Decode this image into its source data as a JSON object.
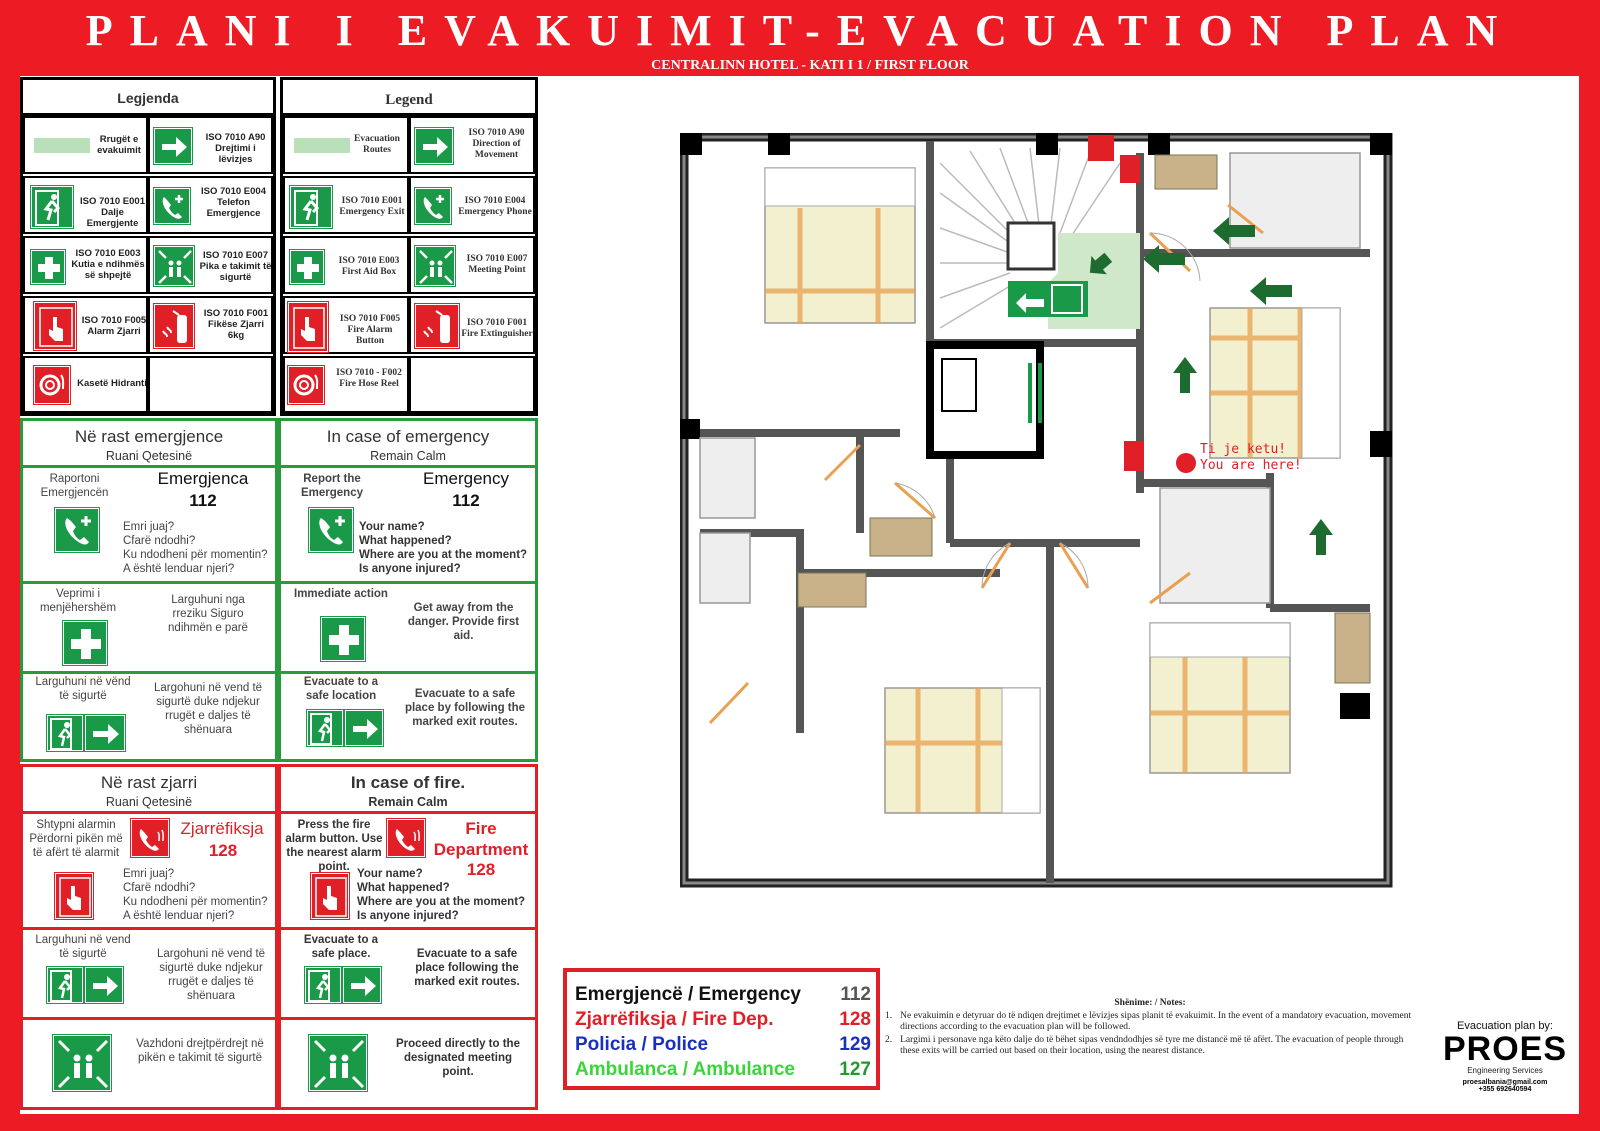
{
  "header": {
    "title": "PLANI I EVAKUIMIT-EVACUATION PLAN",
    "subtitle": "CENTRALINN HOTEL - KATI I 1 / FIRST FLOOR"
  },
  "legend_al": {
    "title": "Legjenda",
    "items": [
      {
        "label": "Rrugët e evakuimit"
      },
      {
        "label": "ISO 7010 A90 Drejtimi i lëvizjes"
      },
      {
        "label": "ISO 7010 E001 Dalje Emergjente"
      },
      {
        "label": "ISO 7010 E004 Telefon Emergjence"
      },
      {
        "label": "ISO 7010 E003 Kutia e ndihmës së shpejtë"
      },
      {
        "label": "ISO 7010 E007 Pika e takimit të sigurtë"
      },
      {
        "label": "ISO 7010 F005 Alarm Zjarri"
      },
      {
        "label": "ISO 7010 F001 Fikëse Zjarri 6kg"
      },
      {
        "label": "Kasetë Hidranti"
      }
    ]
  },
  "legend_en": {
    "title": "Legend",
    "items": [
      {
        "label": "Evacuation Routes"
      },
      {
        "label": "ISO 7010 A90 Direction of Movement"
      },
      {
        "label": "ISO 7010 E001 Emergency Exit"
      },
      {
        "label": "ISO 7010 E004 Emergency Phone"
      },
      {
        "label": "ISO 7010 E003 First Aid Box"
      },
      {
        "label": "ISO 7010 E007 Meeting Point"
      },
      {
        "label": "ISO 7010 F005 Fire Alarm Button"
      },
      {
        "label": "ISO 7010 F001 Fire Extinguisher"
      },
      {
        "label": "ISO 7010 - F002 Fire Hose Reel"
      }
    ]
  },
  "emergency_al": {
    "heading": "Në rast emergjence",
    "calm": "Ruani Qetesinë",
    "report": "Raportoni Emergjencën",
    "number_title": "Emergjenca",
    "number": "112",
    "questions": [
      "Emri juaj?",
      "Cfarë ndodhi?",
      "Ku ndodheni për momentin?",
      "A është lenduar njeri?"
    ],
    "immediate": "Veprimi i menjëhershëm",
    "immediate_text": "Larguhuni nga rreziku Siguro ndihmën e parë",
    "evacuate": "Larguhuni në vënd të sigurtë",
    "evacuate_text": "Largohuni në vend të sigurtë duke ndjekur rrugët e daljes të shënuara"
  },
  "emergency_en": {
    "heading": "In case of emergency",
    "calm": "Remain Calm",
    "report": "Report the Emergency",
    "number_title": "Emergency",
    "number": "112",
    "questions": [
      "Your name?",
      "What happened?",
      "Where are you at the moment?",
      "Is anyone injured?"
    ],
    "immediate": "Immediate action",
    "immediate_text": "Get away from the danger. Provide first aid.",
    "evacuate": "Evacuate to a safe location",
    "evacuate_text": "Evacuate to a safe place by following the marked exit routes."
  },
  "fire_al": {
    "heading": "Në rast zjarri",
    "calm": "Ruani Qetesinë",
    "alarm": "Shtypni alarmin Përdorni pikën më të afërt të alarmit",
    "number_title": "Zjarrëfiksja",
    "number": "128",
    "questions": [
      "Emri juaj?",
      "Cfarë ndodhi?",
      "Ku ndodheni për momentin?",
      "A është lenduar njeri?"
    ],
    "evacuate": "Larguhuni në vend të sigurtë",
    "evacuate_text": "Largohuni në vend të sigurtë duke ndjekur rrugët e daljes të shënuara",
    "meeting_text": "Vazhdoni drejtpërdrejt në pikën e takimit të sigurtë"
  },
  "fire_en": {
    "heading": "In case of fire.",
    "calm": "Remain Calm",
    "alarm": "Press the fire alarm button. Use the nearest alarm point.",
    "number_title": "Fire Department",
    "number": "128",
    "questions": [
      "Your name?",
      "What happened?",
      "Where are you at the moment?",
      "Is anyone injured?"
    ],
    "evacuate": "Evacuate to a safe place.",
    "evacuate_text": "Evacuate to a safe place following the marked exit routes.",
    "meeting_text": "Proceed directly to the designated meeting point."
  },
  "numbers": [
    {
      "label": "Emergjencë / Emergency",
      "number": "112",
      "color": "#111111",
      "num_color": "#555555"
    },
    {
      "label": "Zjarrëfiksja / Fire Dep.",
      "number": "128",
      "color": "#e01f26",
      "num_color": "#e01f26"
    },
    {
      "label": "Policia / Police",
      "number": "129",
      "color": "#1a2fbf",
      "num_color": "#1a2fbf"
    },
    {
      "label": "Ambulanca / Ambulance",
      "number": "127",
      "color": "#39d63a",
      "num_color": "#1f9a2e"
    }
  ],
  "notes": {
    "title": "Shënime: / Notes:",
    "items": [
      "Ne evakuimin e detyruar do të ndiqen drejtimet e lëvizjes sipas planit të evakuimit. In the event of a mandatory evacuation, movement directions according to the evacuation plan will be followed.",
      "Largimi i personave nga këto dalje do të bëhet sipas vendndodhjes së tyre me distancë më të afërt. The evacuation of people through these exits will be carried out based on their location, using the nearest distance."
    ]
  },
  "plan": {
    "you_are_here_al": "Ti je ketu!",
    "you_are_here_en": "You are here!",
    "route_color": "#cfe8c9",
    "arrow_color": "#1e6b30"
  },
  "credit": {
    "by": "Evacuation plan by:",
    "brand": "PROES",
    "tagline": "Engineering Services",
    "email": "proesalbania@gmail.com",
    "phone": "+355 692640594"
  },
  "colors": {
    "frame": "#ed1c24",
    "safety_green": "#1a9a48",
    "fire_red": "#e01f26"
  }
}
